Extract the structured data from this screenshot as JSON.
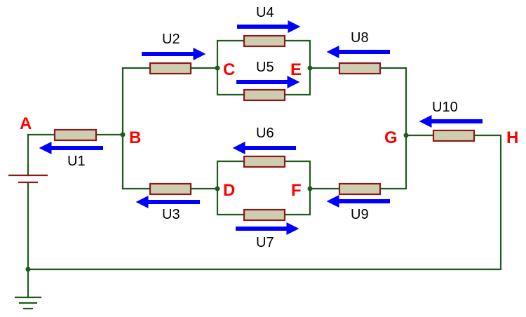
{
  "colors": {
    "wire": "#1f5a1f",
    "resistor_outline": "#8b1a1a",
    "resistor_fill": "#cfcdb0",
    "arrow": "#0000ff",
    "node_label": "#ff0000",
    "voltage_label": "#000000"
  },
  "nodes": {
    "A": "A",
    "B": "B",
    "C": "C",
    "D": "D",
    "E": "E",
    "F": "F",
    "G": "G",
    "H": "H"
  },
  "voltages": {
    "U1": {
      "label": "U1",
      "direction": "left"
    },
    "U2": {
      "label": "U2",
      "direction": "right"
    },
    "U3": {
      "label": "U3",
      "direction": "left"
    },
    "U4": {
      "label": "U4",
      "direction": "right"
    },
    "U5": {
      "label": "U5",
      "direction": "right"
    },
    "U6": {
      "label": "U6",
      "direction": "left"
    },
    "U7": {
      "label": "U7",
      "direction": "right"
    },
    "U8": {
      "label": "U8",
      "direction": "left"
    },
    "U9": {
      "label": "U9",
      "direction": "left"
    },
    "U10": {
      "label": "U10",
      "direction": "left"
    }
  },
  "icons": {
    "source": "battery-icon",
    "ground": "ground-icon"
  }
}
